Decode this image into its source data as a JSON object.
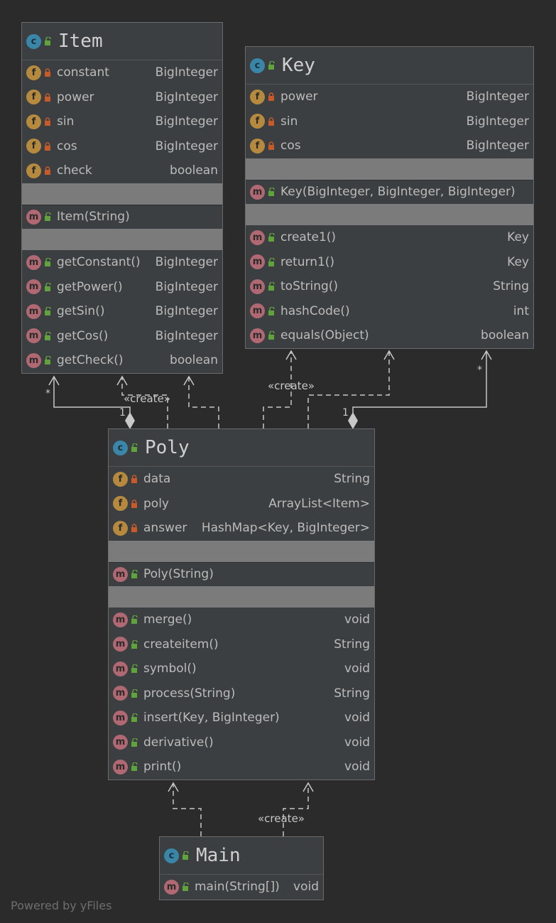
{
  "classes": {
    "item": {
      "name": "Item",
      "fields": [
        {
          "name": "constant",
          "type": "BigInteger"
        },
        {
          "name": "power",
          "type": "BigInteger"
        },
        {
          "name": "sin",
          "type": "BigInteger"
        },
        {
          "name": "cos",
          "type": "BigInteger"
        },
        {
          "name": "check",
          "type": "boolean"
        }
      ],
      "constructors": [
        {
          "name": "Item(String)",
          "type": ""
        }
      ],
      "methods": [
        {
          "name": "getConstant()",
          "type": "BigInteger"
        },
        {
          "name": "getPower()",
          "type": "BigInteger"
        },
        {
          "name": "getSin()",
          "type": "BigInteger"
        },
        {
          "name": "getCos()",
          "type": "BigInteger"
        },
        {
          "name": "getCheck()",
          "type": "boolean"
        }
      ]
    },
    "key": {
      "name": "Key",
      "fields": [
        {
          "name": "power",
          "type": "BigInteger"
        },
        {
          "name": "sin",
          "type": "BigInteger"
        },
        {
          "name": "cos",
          "type": "BigInteger"
        }
      ],
      "constructors": [
        {
          "name": "Key(BigInteger, BigInteger, BigInteger)",
          "type": ""
        }
      ],
      "methods": [
        {
          "name": "create1()",
          "type": "Key"
        },
        {
          "name": "return1()",
          "type": "Key"
        },
        {
          "name": "toString()",
          "type": "String"
        },
        {
          "name": "hashCode()",
          "type": "int"
        },
        {
          "name": "equals(Object)",
          "type": "boolean"
        }
      ]
    },
    "poly": {
      "name": "Poly",
      "fields": [
        {
          "name": "data",
          "type": "String"
        },
        {
          "name": "poly",
          "type": "ArrayList<Item>"
        },
        {
          "name": "answer",
          "type": "HashMap<Key, BigInteger>"
        }
      ],
      "constructors": [
        {
          "name": "Poly(String)",
          "type": ""
        }
      ],
      "methods": [
        {
          "name": "merge()",
          "type": "void"
        },
        {
          "name": "createitem()",
          "type": "String"
        },
        {
          "name": "symbol()",
          "type": "void"
        },
        {
          "name": "process(String)",
          "type": "String"
        },
        {
          "name": "insert(Key, BigInteger)",
          "type": "void"
        },
        {
          "name": "derivative()",
          "type": "void"
        },
        {
          "name": "print()",
          "type": "void"
        }
      ]
    },
    "main": {
      "name": "Main",
      "methods": [
        {
          "name": "main(String[])",
          "type": "void"
        }
      ]
    }
  },
  "relations": {
    "create_label": "«create»",
    "mult_one": "1",
    "mult_many": "*"
  },
  "icons": {
    "class": "class-icon",
    "field": "field-icon",
    "method": "method-icon",
    "private": "lock-icon",
    "public": "unlock-icon"
  },
  "colors": {
    "background": "#2b2b2b",
    "box": "#3c3f41",
    "field_icon": "#b68a3e",
    "method_icon": "#b06872",
    "class_icon": "#3a86a8",
    "private_lock": "#c85a2a",
    "public_lock": "#5fa33a"
  },
  "footer": "Powered by yFiles"
}
